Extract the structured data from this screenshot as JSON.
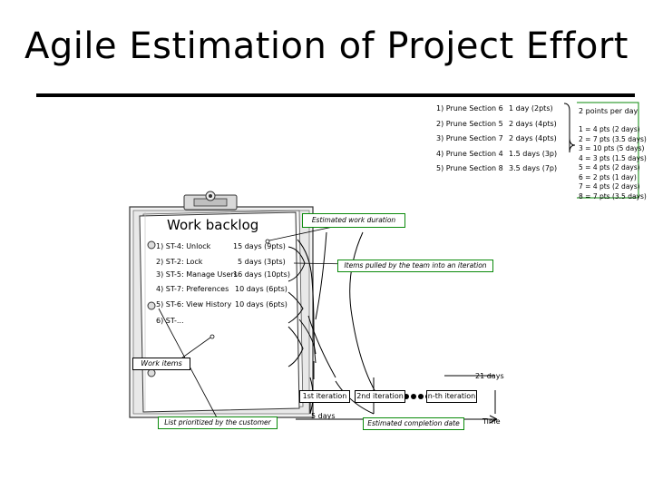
{
  "title": "Agile Estimation of Project Effort",
  "sections": [
    {
      "name": "1)  Prune Section 6",
      "estimate": "1 day (2pts)"
    },
    {
      "name": "2)  Prune Section 5",
      "estimate": "2 days (4pts)"
    },
    {
      "name": "3)  Prune Section 7",
      "estimate": "2 days (4pts)"
    },
    {
      "name": "4)  Prune Section 4",
      "estimate": "1.5 days (3p)"
    },
    {
      "name": "5)  Prune Section 8",
      "estimate": "3.5 days (7p)"
    }
  ],
  "rate_note": "2 points per day",
  "mapping": [
    "1 = 4 pts (2 days)",
    "2 = 7 pts (3.5 days)",
    "3 = 10 pts (5 days)",
    "4 = 3 pts (1.5 days)",
    "5 = 4 pts (2 days)",
    "6 = 2 pts (1 day)",
    "7 = 4 pts (2 days)",
    "8 = 7 pts (3.5 days)"
  ],
  "backlog": {
    "title": "Work backlog",
    "items": [
      {
        "name": "1)  ST-4: Unlock",
        "estimate": "15 days (9pts)"
      },
      {
        "name": "2)  ST-2: Lock",
        "estimate": "5 days (3pts)"
      },
      {
        "name": "3)  ST-5: Manage Users",
        "estimate": "16 days (10pts)"
      },
      {
        "name": "4)  ST-7: Preferences",
        "estimate": "10 days (6pts)"
      },
      {
        "name": "5)  ST-6: View History",
        "estimate": "10 days (6pts)"
      },
      {
        "name": "6)  ST-...",
        "estimate": ""
      }
    ]
  },
  "callouts": {
    "estimated_work_duration": "Estimated work duration",
    "items_pulled": "Items pulled by the team into an iteration",
    "work_items": "Work items",
    "list_prioritized": "List prioritized by the customer",
    "estimated_completion": "Estimated completion date"
  },
  "timeline": {
    "iterations": [
      "1st iteration",
      "2nd iteration",
      "n-th iteration"
    ],
    "start_label": "5 days",
    "end_label": "21 days",
    "axis_label": "Time"
  }
}
